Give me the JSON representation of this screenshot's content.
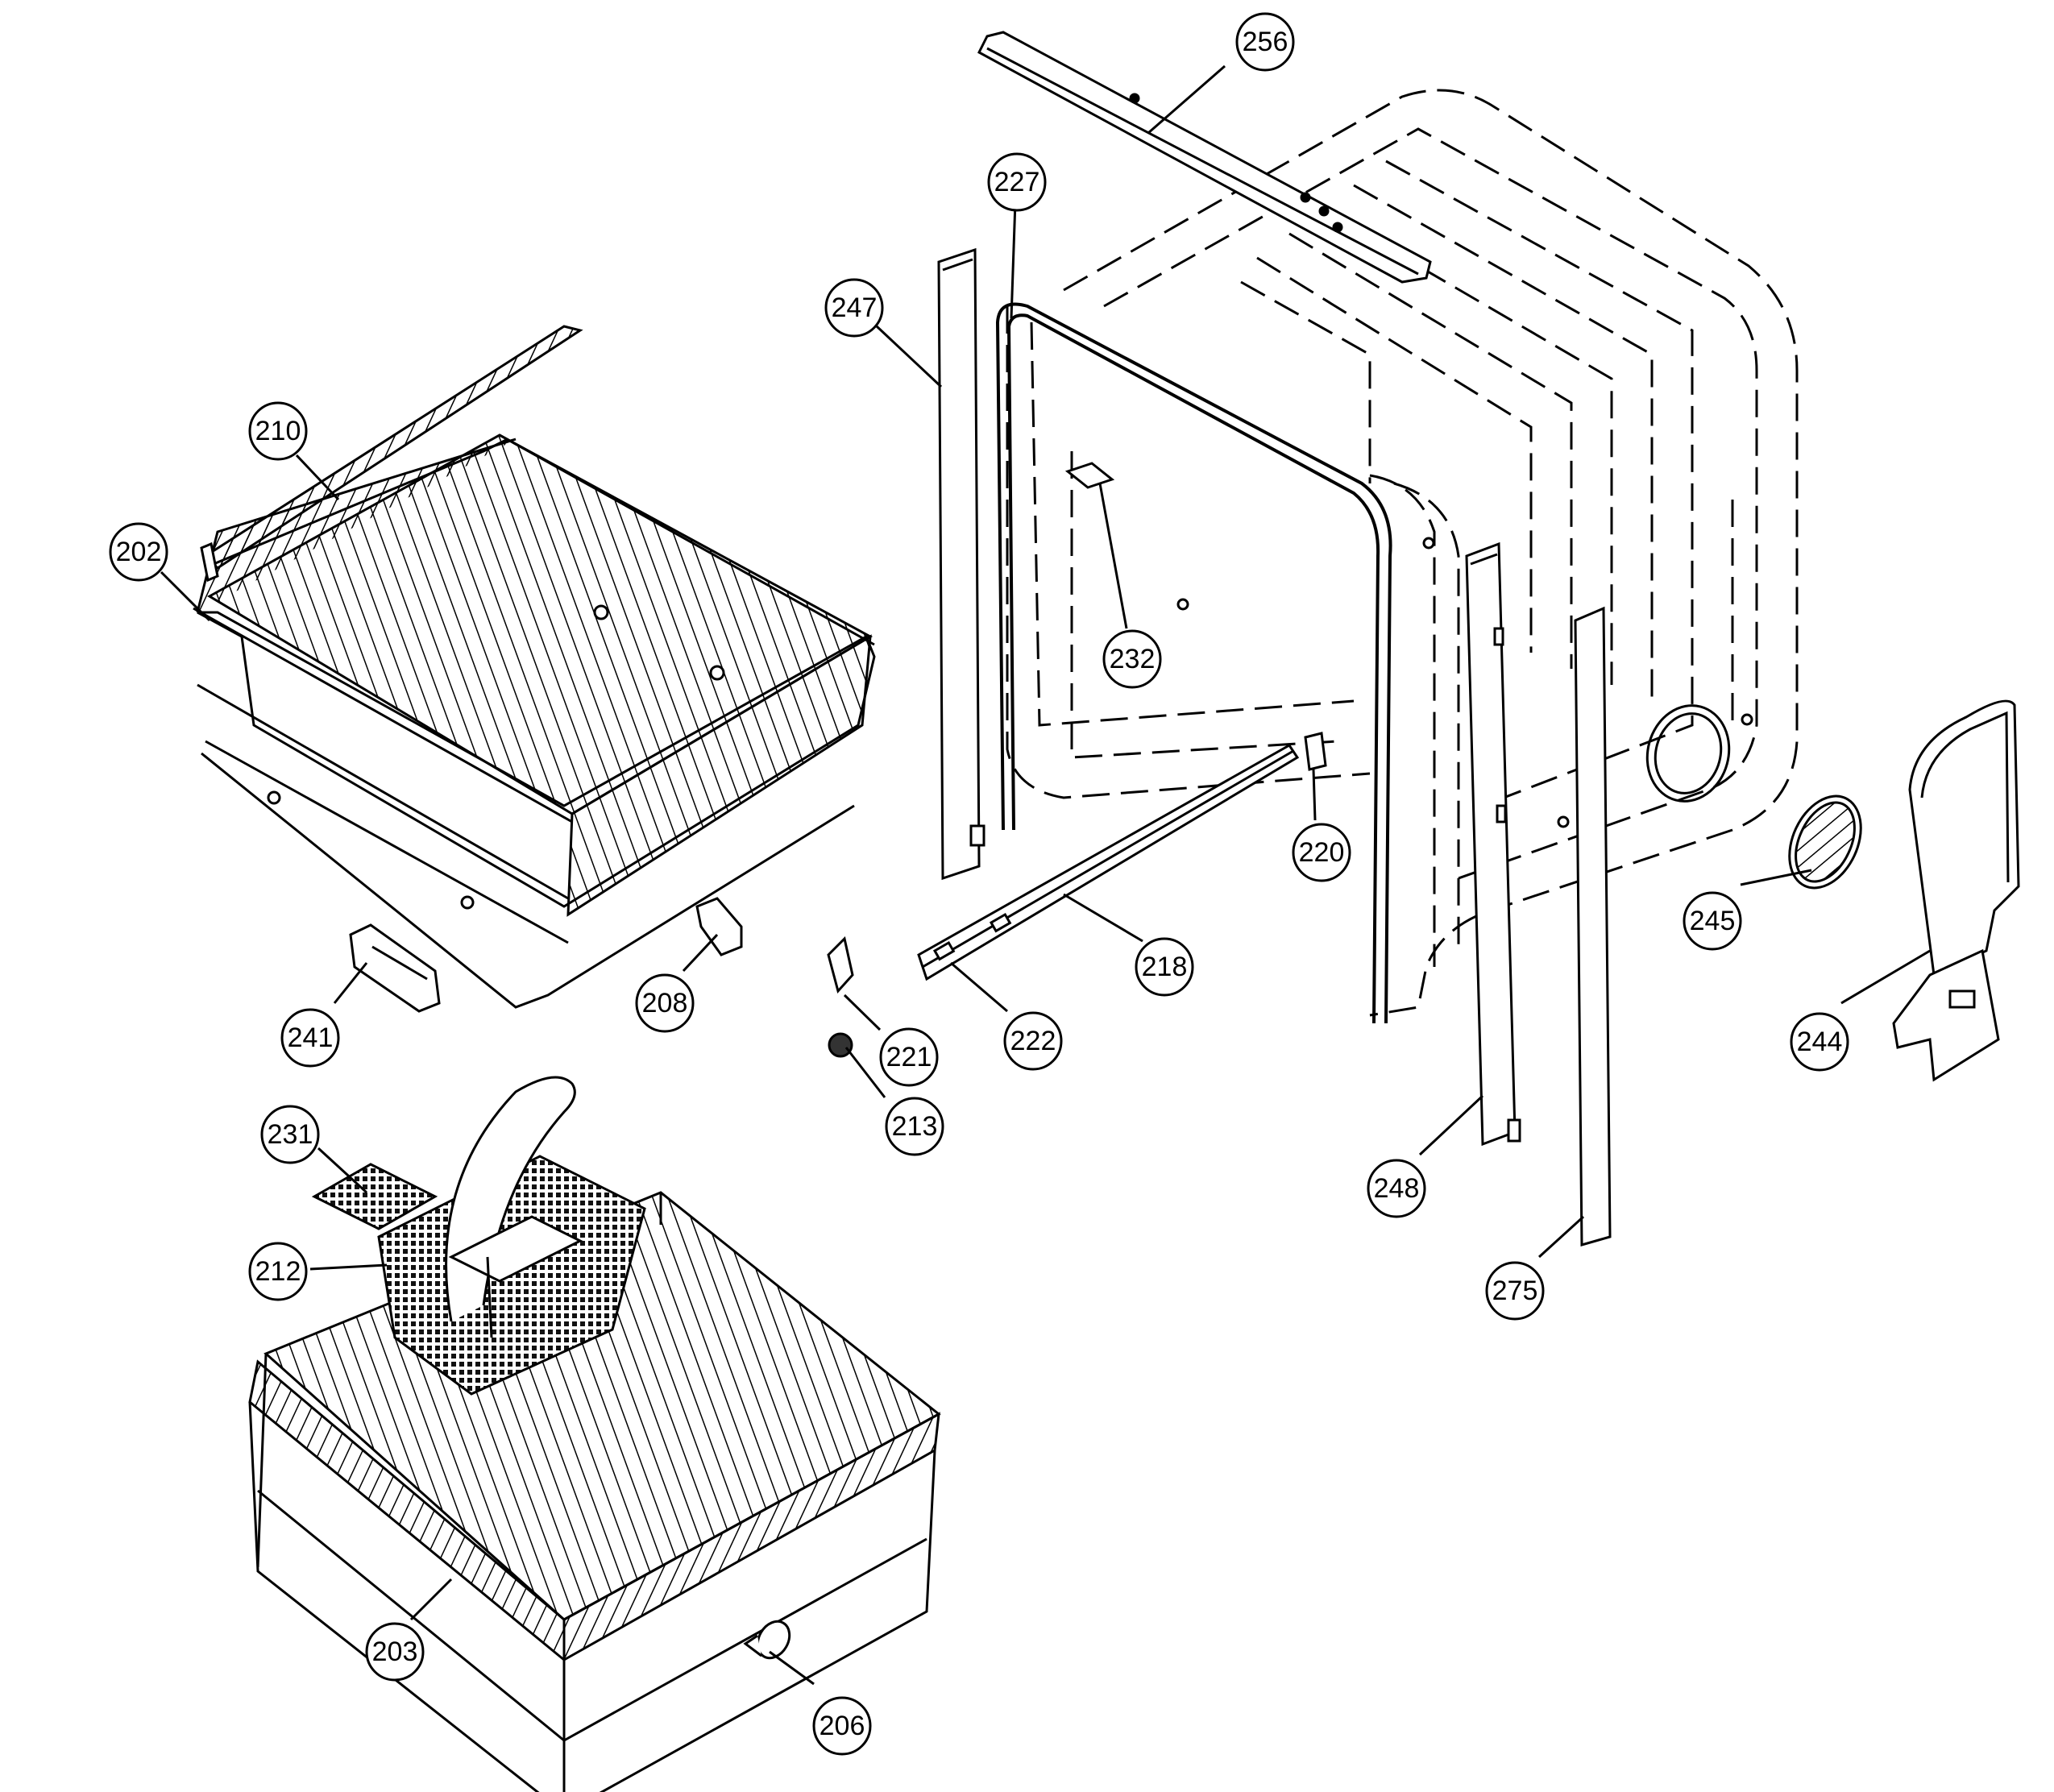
{
  "parts": [
    {
      "id": "p256",
      "label": "256"
    },
    {
      "id": "p227",
      "label": "227"
    },
    {
      "id": "p247",
      "label": "247"
    },
    {
      "id": "p210",
      "label": "210"
    },
    {
      "id": "p202",
      "label": "202"
    },
    {
      "id": "p232",
      "label": "232"
    },
    {
      "id": "p220",
      "label": "220"
    },
    {
      "id": "p218",
      "label": "218"
    },
    {
      "id": "p222",
      "label": "222"
    },
    {
      "id": "p221",
      "label": "221"
    },
    {
      "id": "p213",
      "label": "213"
    },
    {
      "id": "p208",
      "label": "208"
    },
    {
      "id": "p241",
      "label": "241"
    },
    {
      "id": "p245",
      "label": "245"
    },
    {
      "id": "p244",
      "label": "244"
    },
    {
      "id": "p248",
      "label": "248"
    },
    {
      "id": "p275",
      "label": "275"
    },
    {
      "id": "p231",
      "label": "231"
    },
    {
      "id": "p212",
      "label": "212"
    },
    {
      "id": "p203",
      "label": "203"
    },
    {
      "id": "p206",
      "label": "206"
    }
  ]
}
